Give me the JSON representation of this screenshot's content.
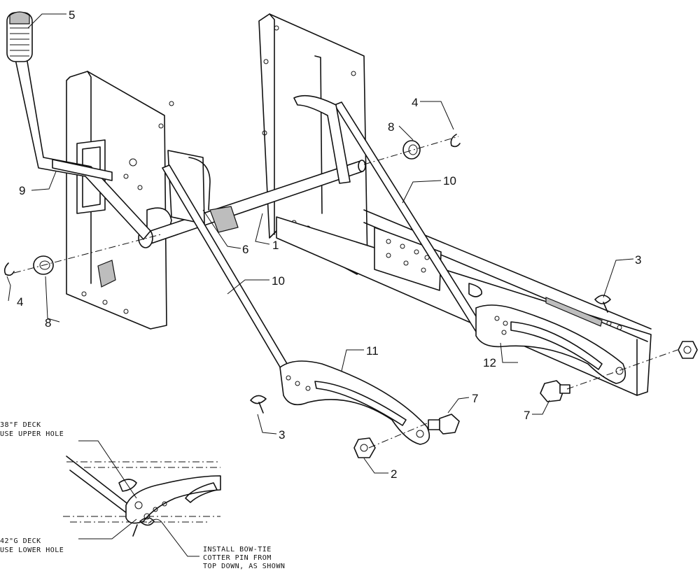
{
  "callouts": {
    "c5": "5",
    "c9": "9",
    "c4a": "4",
    "c8a": "8",
    "c4b": "4",
    "c8b": "8",
    "c6": "6",
    "c1": "1",
    "c10a": "10",
    "c10b": "10",
    "c3a": "3",
    "c3b": "3",
    "c11": "11",
    "c12": "12",
    "c7a": "7",
    "c7b": "7",
    "c2": "2"
  },
  "notes": {
    "upper_line1": "38\"F DECK",
    "upper_line2": "USE UPPER HOLE",
    "lower_line1": "42\"G DECK",
    "lower_line2": "USE LOWER HOLE",
    "install_line1": "INSTALL BOW-TIE",
    "install_line2": "COTTER PIN FROM",
    "install_line3": "TOP DOWN, AS SHOWN"
  }
}
